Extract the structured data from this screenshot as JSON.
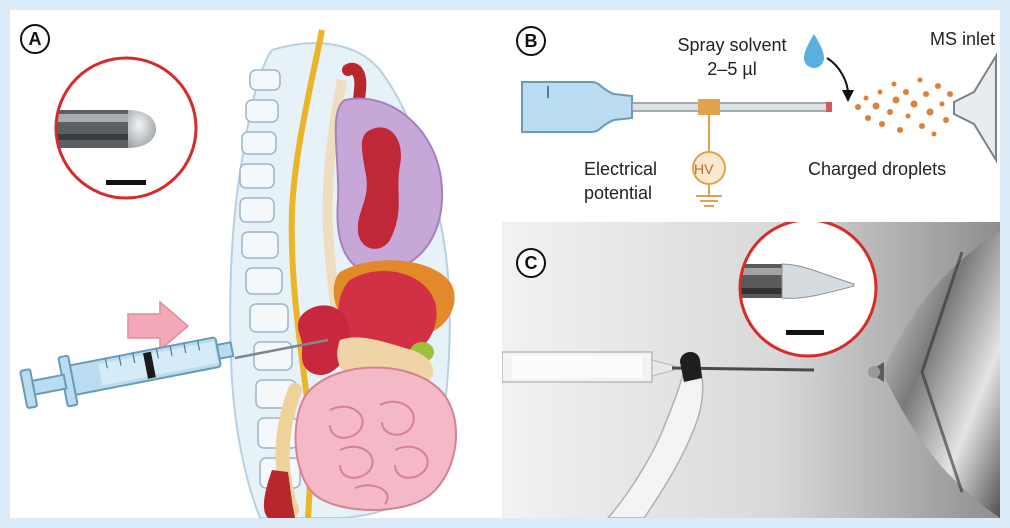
{
  "panels": {
    "a": {
      "label": "A"
    },
    "b": {
      "label": "B",
      "spray_solvent_line1": "Spray solvent",
      "spray_solvent_line2": "2–5 µl",
      "ms_inlet": "MS inlet",
      "hv": "HV",
      "electrical_line1": "Electrical",
      "electrical_line2": "potential",
      "charged_droplets": "Charged droplets"
    },
    "c": {
      "label": "C"
    }
  },
  "colors": {
    "background": "#dcebf8",
    "syringe": "#b9dcf0",
    "spine": "#e9b52a",
    "zoom_ring": "#d42b2b",
    "droplet": "#d9823a",
    "hv": "#e0a24a"
  }
}
